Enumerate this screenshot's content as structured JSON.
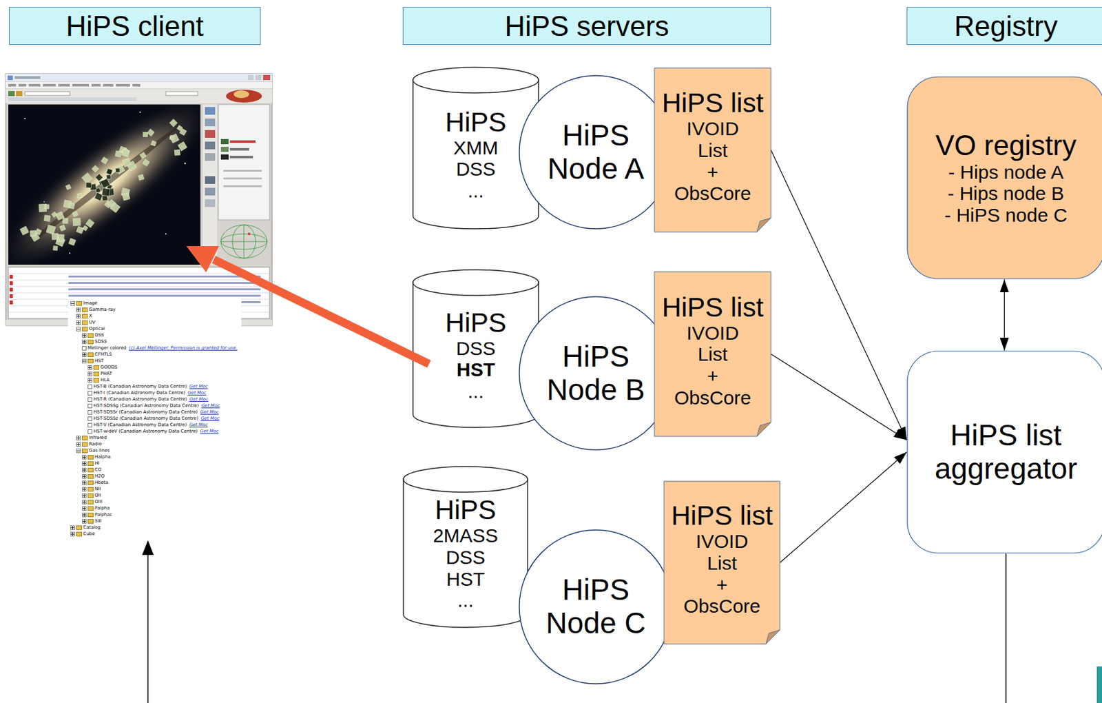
{
  "diagram": {
    "nodes": [
      {
        "text": [
          "HiPS client"
        ]
      },
      {
        "text": [
          "HiPS servers"
        ]
      },
      {
        "text": [
          "Registry"
        ]
      },
      {
        "text": [
          "HiPS",
          "XMM",
          "DSS",
          "..."
        ]
      },
      {
        "text": [
          "HiPS Node A"
        ]
      },
      {
        "text": [
          "HiPS list",
          "IVOID",
          "List",
          "+",
          "ObsCore"
        ]
      },
      {
        "text": [
          "HiPS",
          "DSS",
          "HST",
          "..."
        ]
      },
      {
        "text": [
          "HiPS Node B"
        ]
      },
      {
        "text": [
          "HiPS list",
          "IVOID",
          "List",
          "+",
          "ObsCore"
        ]
      },
      {
        "text": [
          "HiPS",
          "2MASS",
          "DSS",
          "HST",
          "..."
        ]
      },
      {
        "text": [
          "HiPS Node C"
        ]
      },
      {
        "text": [
          "HiPS list",
          "IVOID",
          "List",
          "+",
          "ObsCore"
        ]
      },
      {
        "text": [
          "VO registry",
          "- Hips node A",
          "- Hips node B",
          "- HiPS node C"
        ]
      },
      {
        "text": [
          "HiPS list aggregator"
        ]
      }
    ],
    "edges": [
      {
        "from": 5,
        "to": 13,
        "arrow": "to"
      },
      {
        "from": 8,
        "to": 13,
        "arrow": "to"
      },
      {
        "from": 11,
        "to": 13,
        "arrow": "to"
      },
      {
        "from": 12,
        "to": 13,
        "arrow": "both"
      }
    ],
    "labels": [
      "Image",
      "Gamma-ray",
      "X",
      "UV",
      "Optical",
      "DSS",
      "SDSS",
      "Mellinger colored",
      "(c) Axel Mellinger, Permission is granted for use.",
      "CFHTLS",
      "HST",
      "GOODS",
      "PHAT",
      "HLA",
      "HST-B (Canadian Astronomy Data Centre)",
      "Get Moc",
      "HST-I (Canadian Astronomy Data Centre)",
      "Get Moc",
      "HST-R (Canadian Astronomy Data Centre)",
      "Get Moc",
      "HST-SDSSg (Canadian Astronomy Data Centre)",
      "Get Moc",
      "HST-SDSSr (Canadian Astronomy Data Centre)",
      "Get Moc",
      "HST-SDSSz (Canadian Astronomy Data Centre)",
      "Get Moc",
      "HST-V (Canadian Astronomy Data Centre)",
      "Get Moc",
      "HST-wideV (Canadian Astronomy Data Centre)",
      "Get Moc",
      "Infrared",
      "Radio",
      "Gas-lines",
      "Halpha",
      "HI",
      "CO",
      "H2O",
      "Hbeta",
      "NII",
      "OII",
      "OIII",
      "Palpha",
      "Palphac",
      "SIII",
      "Catalog",
      "Cube"
    ]
  }
}
